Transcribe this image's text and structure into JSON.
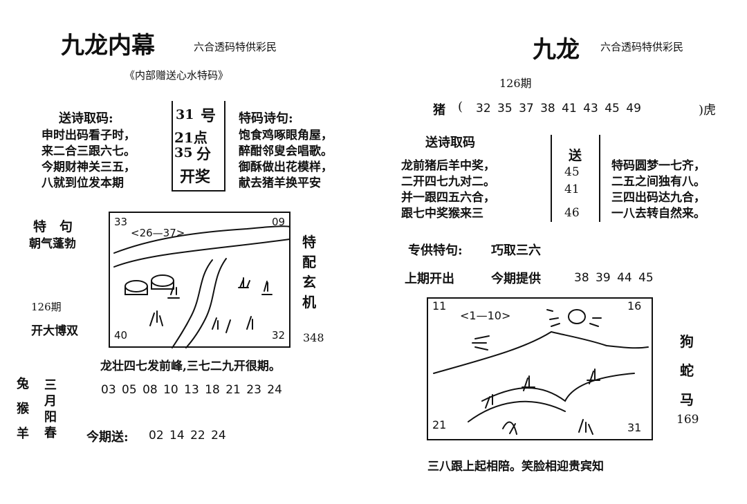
{
  "left": {
    "title": "九龙内幕",
    "tagline": "六合透码特供彩民",
    "subtitle": "《内部赠送心水特码》",
    "poem_label": "送诗取码:",
    "poem": [
      "申时出码看子时，",
      "来二合三跟六七。",
      "今期财神关三五，",
      "八就到位发本期"
    ],
    "draw_info": [
      "31",
      "号",
      "21点",
      "35",
      "分",
      "开奖"
    ],
    "te_poem_label": "特码诗句:",
    "te_poem": [
      "饱食鸡啄眼角屋，",
      "醉酣邻叟会唱歌。",
      "御酥做出花模样，",
      "献去猪羊换平安"
    ],
    "te_ju_label": "特　句",
    "te_ju": "朝气蓬勃",
    "issue": "126期",
    "kai": "开大博双",
    "side_chars": [
      "特",
      "配",
      "玄",
      "机"
    ],
    "side_num": "348",
    "picture_labels": {
      "top_left": "33",
      "top_right": "09",
      "range": "<26—37>",
      "bottom_left": "40",
      "bottom_right": "32"
    },
    "line_poem": "龙壮四七发前峰,三七二九开很期。",
    "animals": [
      "兔",
      "猴",
      "羊"
    ],
    "spring": [
      "三",
      "月",
      "阳",
      "春"
    ],
    "numbers": "03 05 08 10 13 18 21 23 24",
    "today_label": "今期送:",
    "today_numbers": "02 14 22 24"
  },
  "right": {
    "title": "九龙",
    "tagline": "六合透码特供彩民",
    "issue": "126期",
    "pig_label": "猪",
    "open_paren": "(",
    "pig_numbers": "32 35 37 38 41 43 45 49",
    "close_tiger": ")虎",
    "poem_label": "送诗取码",
    "poem": [
      "龙前猪后羊中奖，",
      "二开四七九对二。",
      "并一跟四五六合，",
      "跟七中奖猴来三"
    ],
    "song": [
      "送",
      "45",
      "41",
      "46"
    ],
    "te_poem": [
      "特码圆梦一七齐，",
      "二五之间独有八。",
      "三四出码达九合，",
      "一八去转自然来。"
    ],
    "special_label": "专供特句:",
    "special": "巧取三六",
    "last_label": "上期开出",
    "provide_label": "今期提供",
    "provide_numbers": "38 39 44 45",
    "side_animals": [
      "狗",
      "蛇",
      "马"
    ],
    "side_num": "169",
    "picture_labels": {
      "top_left": "11",
      "top_right": "16",
      "range": "<1—10>",
      "bottom_left": "21",
      "bottom_right": "31"
    },
    "bottom_poem": "三八跟上起相陪。笑脸相迎贵宾知"
  }
}
